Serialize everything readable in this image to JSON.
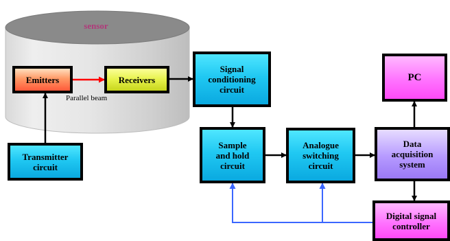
{
  "sensor": {
    "label": "sensor",
    "beam_label": "Parallel beam"
  },
  "blocks": {
    "emitters": "Emitters",
    "receivers": "Receivers",
    "transmitter": "Transmitter\ncircuit",
    "signal_conditioning": "Signal\nconditioning\ncircuit",
    "sample_hold": "Sample\nand hold\ncircuit",
    "analogue_switching": "Analogue\nswitching\ncircuit",
    "data_acquisition": "Data\nacquisition\nsystem",
    "pc": "PC",
    "dsc": "Digital signal\ncontroller"
  },
  "colors": {
    "cyan": "#20c8f2",
    "purple": "#b69aff",
    "pink": "#ff74ff",
    "emitter": "#ff7a4a",
    "receiver": "#e6f24a",
    "beam_arrow": "#ff0000",
    "feedback_line": "#3a66ff",
    "sensor_label": "#b03a7a"
  }
}
